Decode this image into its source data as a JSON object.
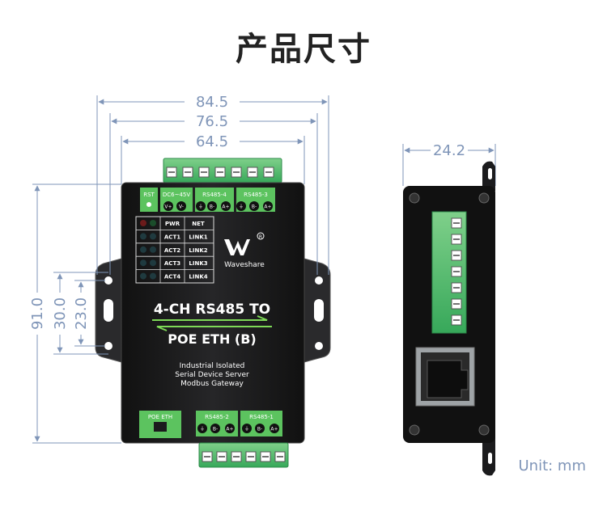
{
  "title": "产品尺寸",
  "unit_label": "Unit: mm",
  "dimensions": {
    "width_overall": "84.5",
    "width_terminals": "76.5",
    "width_body": "64.5",
    "height_overall": "91.0",
    "mount_spacing_outer": "30.0",
    "mount_spacing_inner": "23.0",
    "side_depth": "24.2"
  },
  "front_panel": {
    "rst_label": "RST",
    "power_label": "DC6~45V",
    "rs485_4_label": "RS485-4",
    "rs485_3_label": "RS485-3",
    "power_pins": [
      "V+",
      "V-",
      "⏚"
    ],
    "rs485_4_pins": [
      "B-",
      "A+"
    ],
    "rs485_3_pins": [
      "⏚",
      "B-",
      "A+"
    ],
    "led_table": [
      [
        "PWR",
        "NET"
      ],
      [
        "ACT1",
        "LINK1"
      ],
      [
        "ACT2",
        "LINK2"
      ],
      [
        "ACT3",
        "LINK3"
      ],
      [
        "ACT4",
        "LINK4"
      ]
    ],
    "brand": "Waveshare",
    "product_line1": "4-CH RS485 TO",
    "product_line2": "POE ETH (B)",
    "desc": [
      "Industrial Isolated",
      "Serial Device Server",
      "Modbus Gateway"
    ],
    "poe_label": "POE ETH",
    "rs485_2_label": "RS485-2",
    "rs485_1_label": "RS485-1",
    "bottom_pins": [
      "⏚",
      "B-",
      "A+"
    ],
    "accent_color": "#7ed957",
    "terminal_color": "#3cb86e",
    "body_color": "#1b1b1d"
  }
}
